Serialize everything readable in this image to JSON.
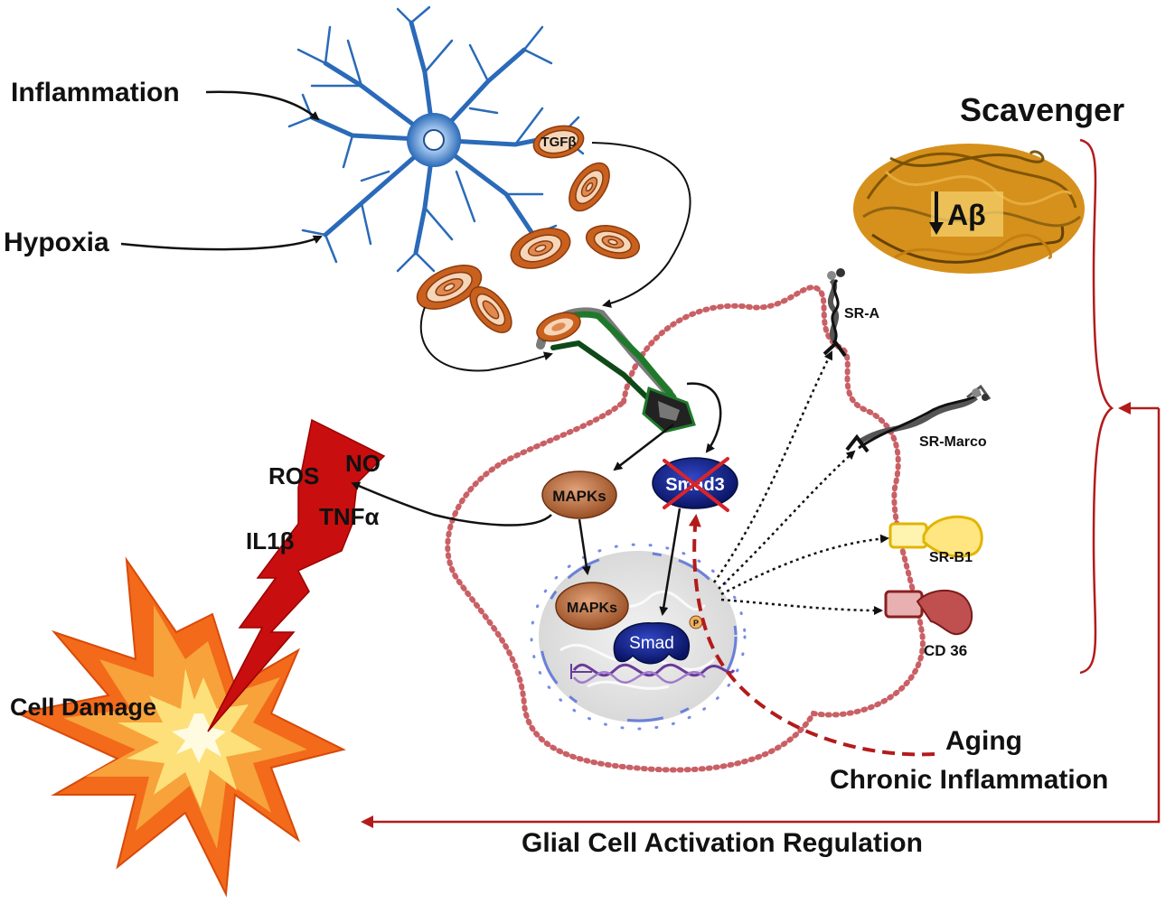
{
  "labels": {
    "inflammation": "Inflammation",
    "hypoxia": "Hypoxia",
    "tgfb": "TGFβ",
    "scavenger": "Scavenger",
    "abeta": "Aβ",
    "sr_a": "SR-A",
    "sr_marco": "SR-Marco",
    "sr_b1": "SR-B1",
    "cd36": "CD 36",
    "mapks_cyto": "MAPKs",
    "mapks_nuc": "MAPKs",
    "smad3": "Smad3",
    "smad": "Smad",
    "phospho": "P",
    "ros": "ROS",
    "no": "NO",
    "tnfa": "TNFα",
    "il1b": "IL1β",
    "cell_damage": "Cell Damage",
    "aging": "Aging",
    "chronic_inflammation": "Chronic Inflammation",
    "regulation": "Glial Cell Activation Regulation"
  },
  "colors": {
    "astrocyte": "#2a6ab8",
    "tgfb_outer": "#c9601e",
    "tgfb_inner": "#f6d6b8",
    "receptor": "#1e7a2a",
    "membrane": "#c0444a",
    "mapks": "#b0683a",
    "smad": "#0b1e7a",
    "cross": "#d8242a",
    "regulation_line": "#b31b1b",
    "bolt": "#c80e0e",
    "burst_outer": "#f26a1a",
    "burst_inner": "#fff2a8",
    "amyloid": "#d6901c",
    "arrow": "#111111"
  }
}
